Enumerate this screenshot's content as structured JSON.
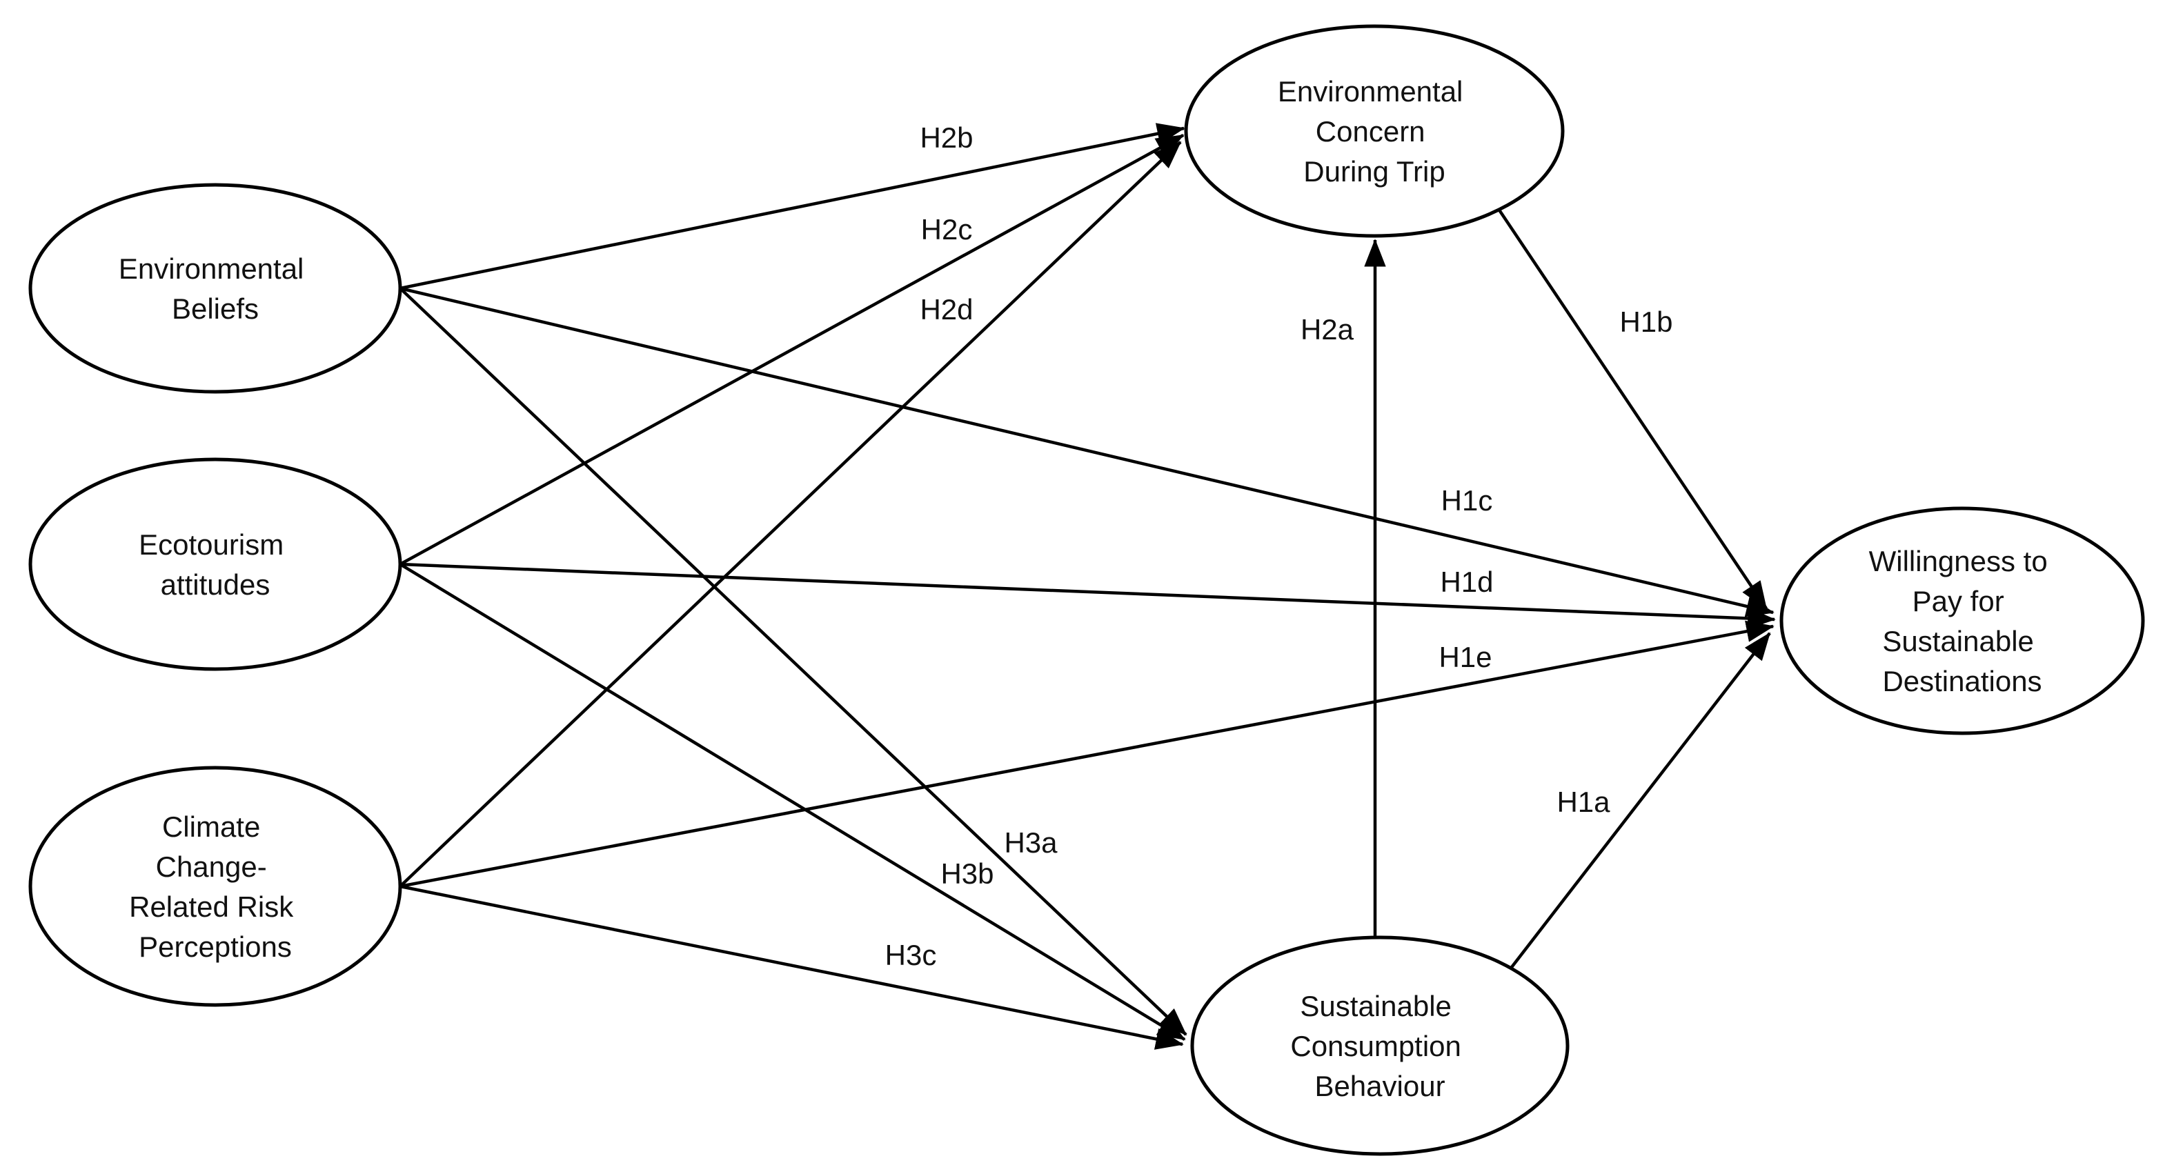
{
  "diagram": {
    "type": "path-model",
    "description": "Structural hypothesis path diagram with six latent constructs connected by labelled directed arrows",
    "colors": {
      "background": "#ffffff",
      "stroke": "#000000",
      "text": "#111111"
    },
    "nodes": {
      "environmental_beliefs": {
        "label": "Environmental Beliefs",
        "lines": [
          "Environmental",
          "Beliefs"
        ]
      },
      "ecotourism_attitudes": {
        "label": "Ecotourism attitudes",
        "lines": [
          "Ecotourism",
          "attitudes"
        ]
      },
      "climate_change_related_risk_perceptions": {
        "label": "Climate Change-Related Risk Perceptions",
        "lines": [
          "Climate",
          "Change-",
          "Related Risk",
          "Perceptions"
        ]
      },
      "environmental_concern_during_trip": {
        "label": "Environmental Concern During Trip",
        "lines": [
          "Environmental",
          "Concern",
          "During Trip"
        ]
      },
      "sustainable_consumption_behaviour": {
        "label": "Sustainable Consumption Behaviour",
        "lines": [
          "Sustainable",
          "Consumption",
          "Behaviour"
        ]
      },
      "willingness_to_pay_for_sustainable_destinations": {
        "label": "Willingness to Pay for Sustainable Destinations",
        "lines": [
          "Willingness to",
          "Pay for",
          "Sustainable",
          "Destinations"
        ]
      }
    },
    "edges": {
      "h1a": {
        "label": "H1a",
        "from": "sustainable_consumption_behaviour",
        "to": "willingness_to_pay_for_sustainable_destinations"
      },
      "h1b": {
        "label": "H1b",
        "from": "environmental_concern_during_trip",
        "to": "willingness_to_pay_for_sustainable_destinations"
      },
      "h1c": {
        "label": "H1c",
        "from": "environmental_beliefs",
        "to": "willingness_to_pay_for_sustainable_destinations"
      },
      "h1d": {
        "label": "H1d",
        "from": "ecotourism_attitudes",
        "to": "willingness_to_pay_for_sustainable_destinations"
      },
      "h1e": {
        "label": "H1e",
        "from": "climate_change_related_risk_perceptions",
        "to": "willingness_to_pay_for_sustainable_destinations"
      },
      "h2a": {
        "label": "H2a",
        "from": "sustainable_consumption_behaviour",
        "to": "environmental_concern_during_trip"
      },
      "h2b": {
        "label": "H2b",
        "from": "environmental_beliefs",
        "to": "environmental_concern_during_trip"
      },
      "h2c": {
        "label": "H2c",
        "from": "ecotourism_attitudes",
        "to": "environmental_concern_during_trip"
      },
      "h2d": {
        "label": "H2d",
        "from": "climate_change_related_risk_perceptions",
        "to": "environmental_concern_during_trip"
      },
      "h3a": {
        "label": "H3a",
        "from": "environmental_beliefs",
        "to": "sustainable_consumption_behaviour"
      },
      "h3b": {
        "label": "H3b",
        "from": "ecotourism_attitudes",
        "to": "sustainable_consumption_behaviour"
      },
      "h3c": {
        "label": "H3c",
        "from": "climate_change_related_risk_perceptions",
        "to": "sustainable_consumption_behaviour"
      }
    }
  }
}
